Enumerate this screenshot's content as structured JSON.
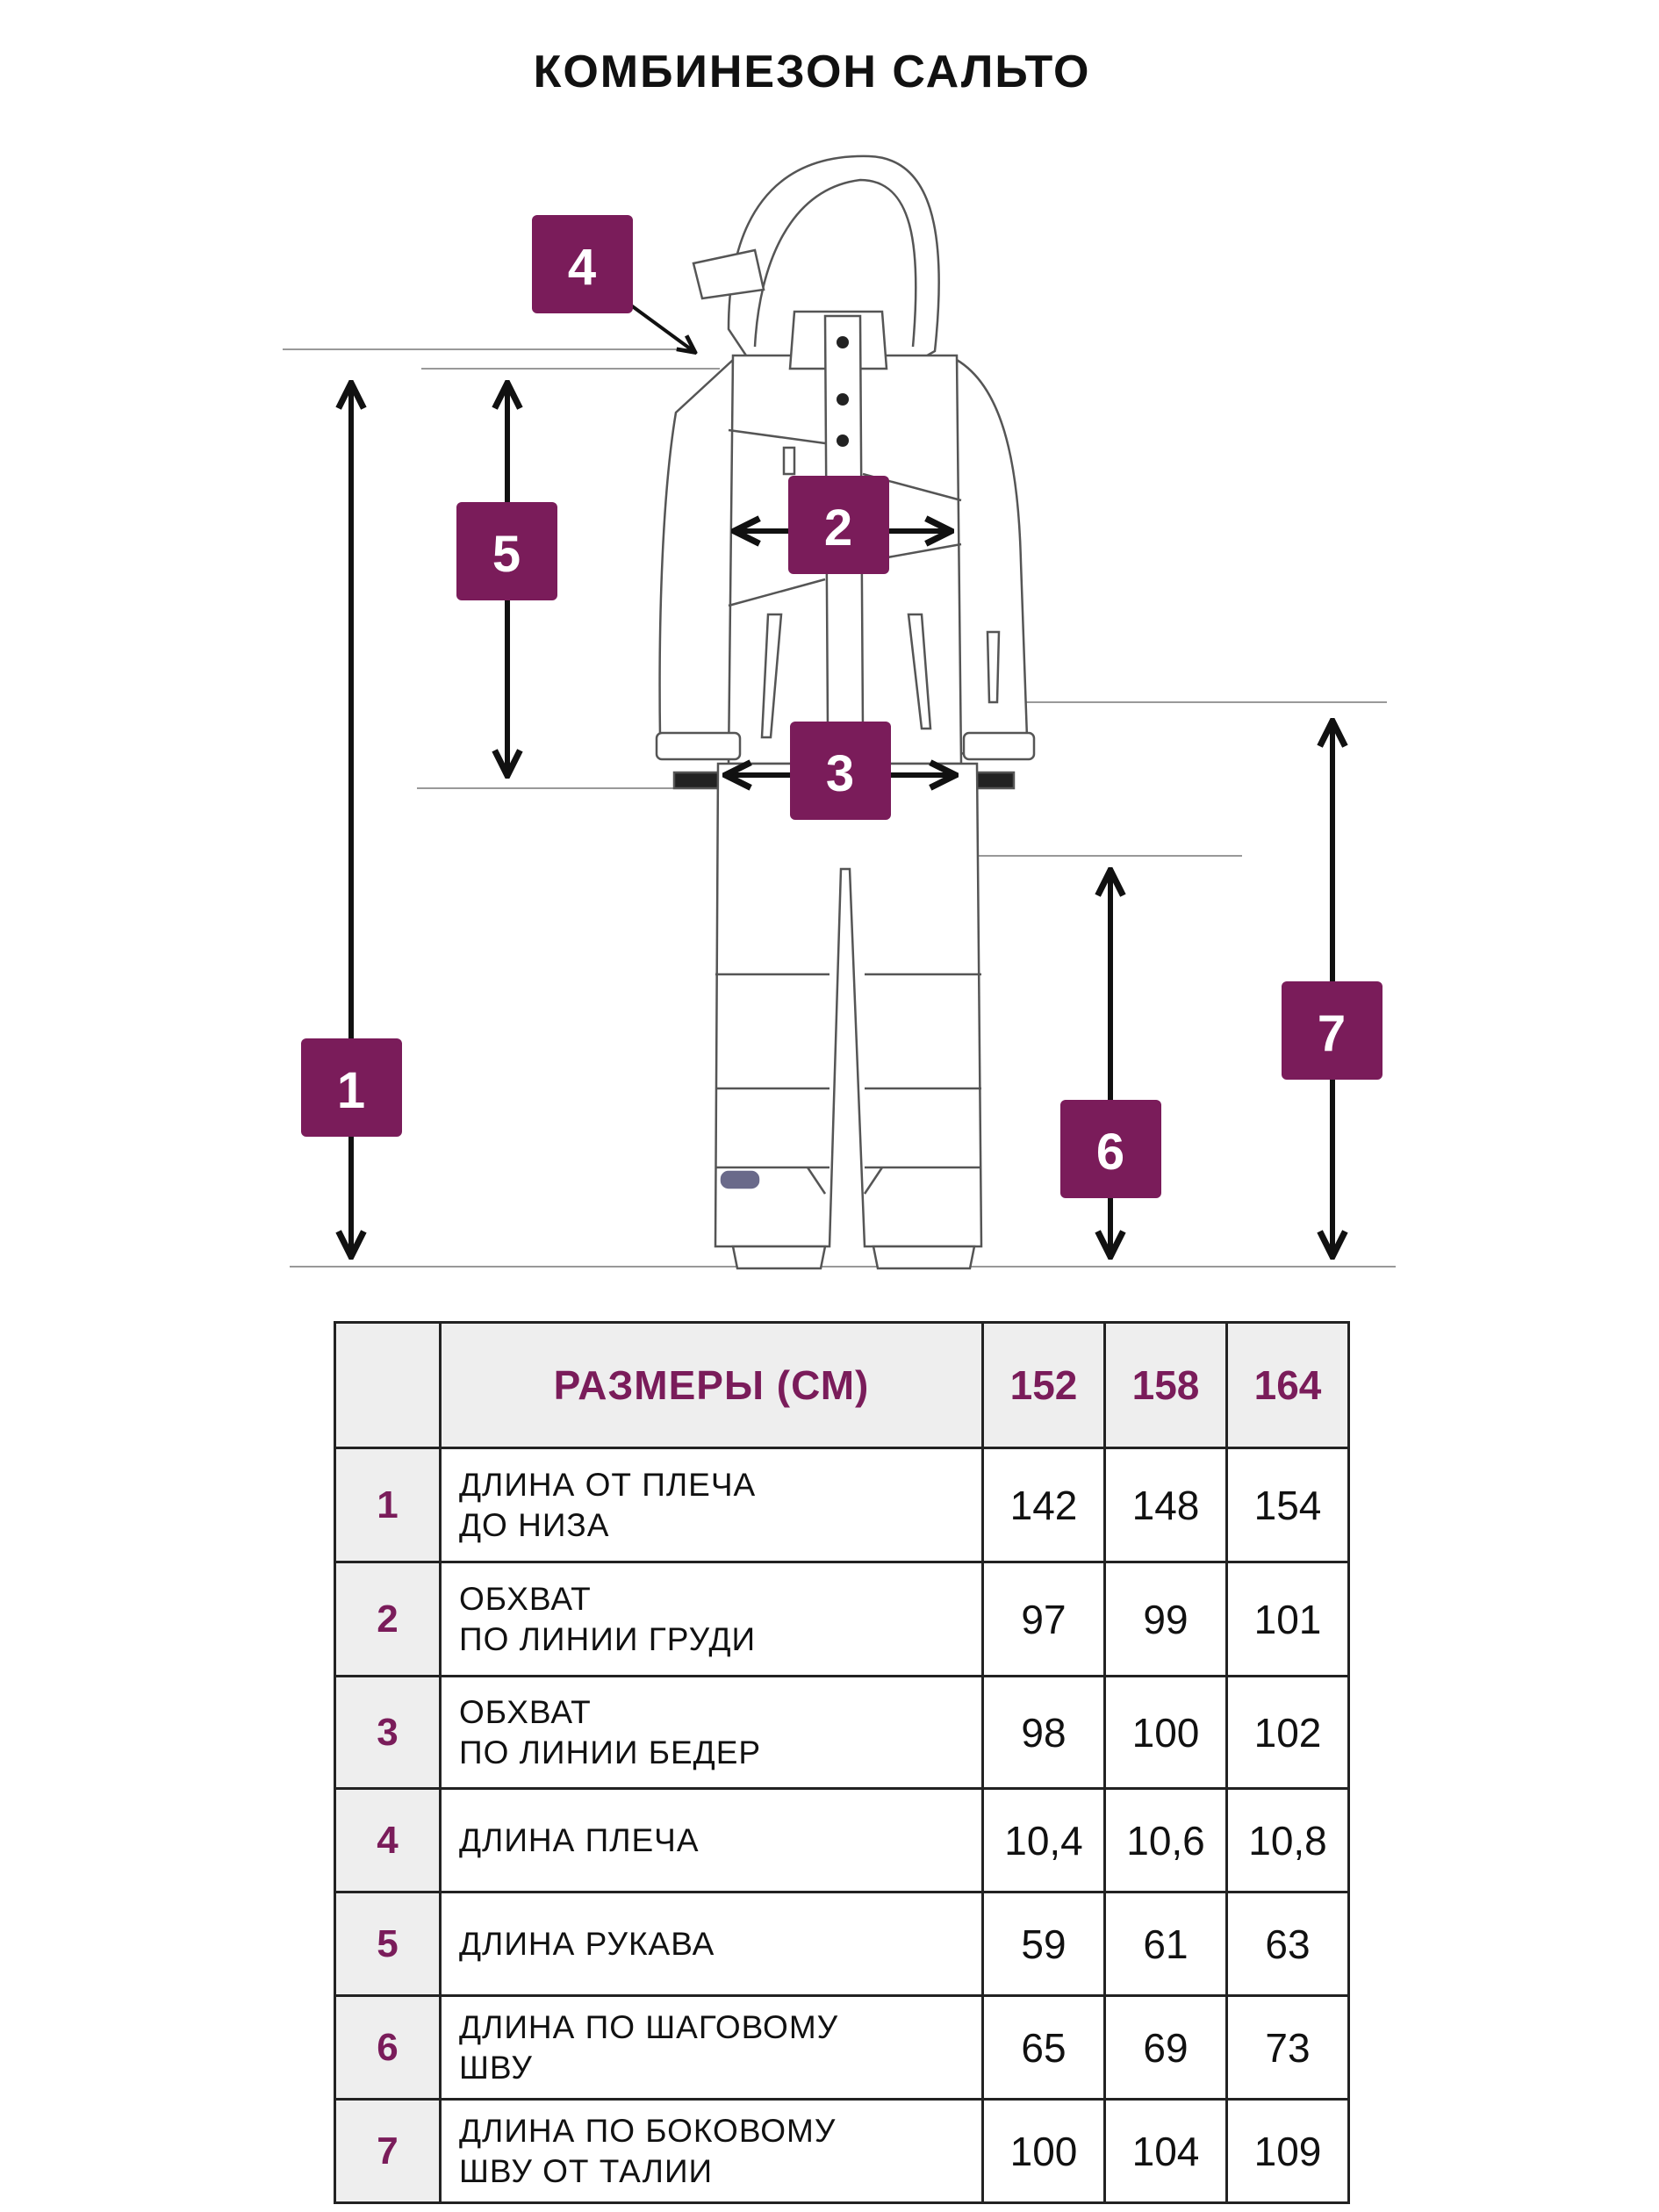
{
  "title": "КОМБИНЕЗОН САЛЬТО",
  "colors": {
    "accent": "#7a1c5a",
    "header_bg": "#eeeeee",
    "line": "#222222"
  },
  "badges": [
    "1",
    "2",
    "3",
    "4",
    "5",
    "6",
    "7"
  ],
  "table": {
    "header": "РАЗМЕРЫ (СМ)",
    "sizes": [
      "152",
      "158",
      "164"
    ],
    "rows": [
      {
        "num": "1",
        "label": [
          "ДЛИНА ОТ ПЛЕЧА",
          "ДО НИЗА"
        ],
        "values": [
          "142",
          "148",
          "154"
        ]
      },
      {
        "num": "2",
        "label": [
          "ОБХВАТ",
          "ПО ЛИНИИ ГРУДИ"
        ],
        "values": [
          "97",
          "99",
          "101"
        ]
      },
      {
        "num": "3",
        "label": [
          "ОБХВАТ",
          "ПО ЛИНИИ БЕДЕР"
        ],
        "values": [
          "98",
          "100",
          "102"
        ]
      },
      {
        "num": "4",
        "label": [
          "ДЛИНА ПЛЕЧА"
        ],
        "values": [
          "10,4",
          "10,6",
          "10,8"
        ]
      },
      {
        "num": "5",
        "label": [
          "ДЛИНА РУКАВА"
        ],
        "values": [
          "59",
          "61",
          "63"
        ]
      },
      {
        "num": "6",
        "label": [
          "ДЛИНА ПО ШАГОВОМУ",
          "ШВУ"
        ],
        "values": [
          "65",
          "69",
          "73"
        ]
      },
      {
        "num": "7",
        "label": [
          "ДЛИНА ПО БОКОВОМУ",
          "ШВУ ОТ ТАЛИИ"
        ],
        "values": [
          "100",
          "104",
          "109"
        ]
      }
    ]
  }
}
